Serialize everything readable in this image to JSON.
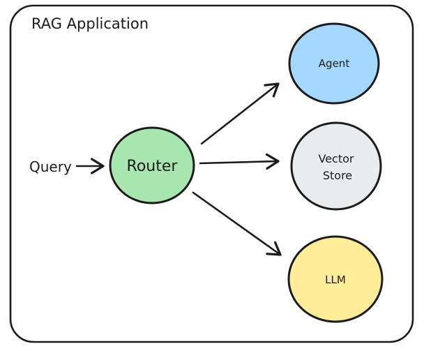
{
  "diagram": {
    "title": "RAG Application",
    "query_label": "Query",
    "stroke_color": "#1b1b1b",
    "background_color": "#ffffff",
    "nodes": {
      "router": {
        "label": "Router",
        "fill": "#a8e6b0"
      },
      "agent": {
        "label": "Agent",
        "fill": "#a5d8ff"
      },
      "vector_store": {
        "label_line1": "Vector",
        "label_line2": "Store",
        "fill": "#e9ecef"
      },
      "llm": {
        "label": "LLM",
        "fill": "#ffec99"
      }
    },
    "edges": [
      {
        "from": "Query",
        "to": "Router"
      },
      {
        "from": "Router",
        "to": "Agent"
      },
      {
        "from": "Router",
        "to": "Vector Store"
      },
      {
        "from": "Router",
        "to": "LLM"
      }
    ]
  }
}
